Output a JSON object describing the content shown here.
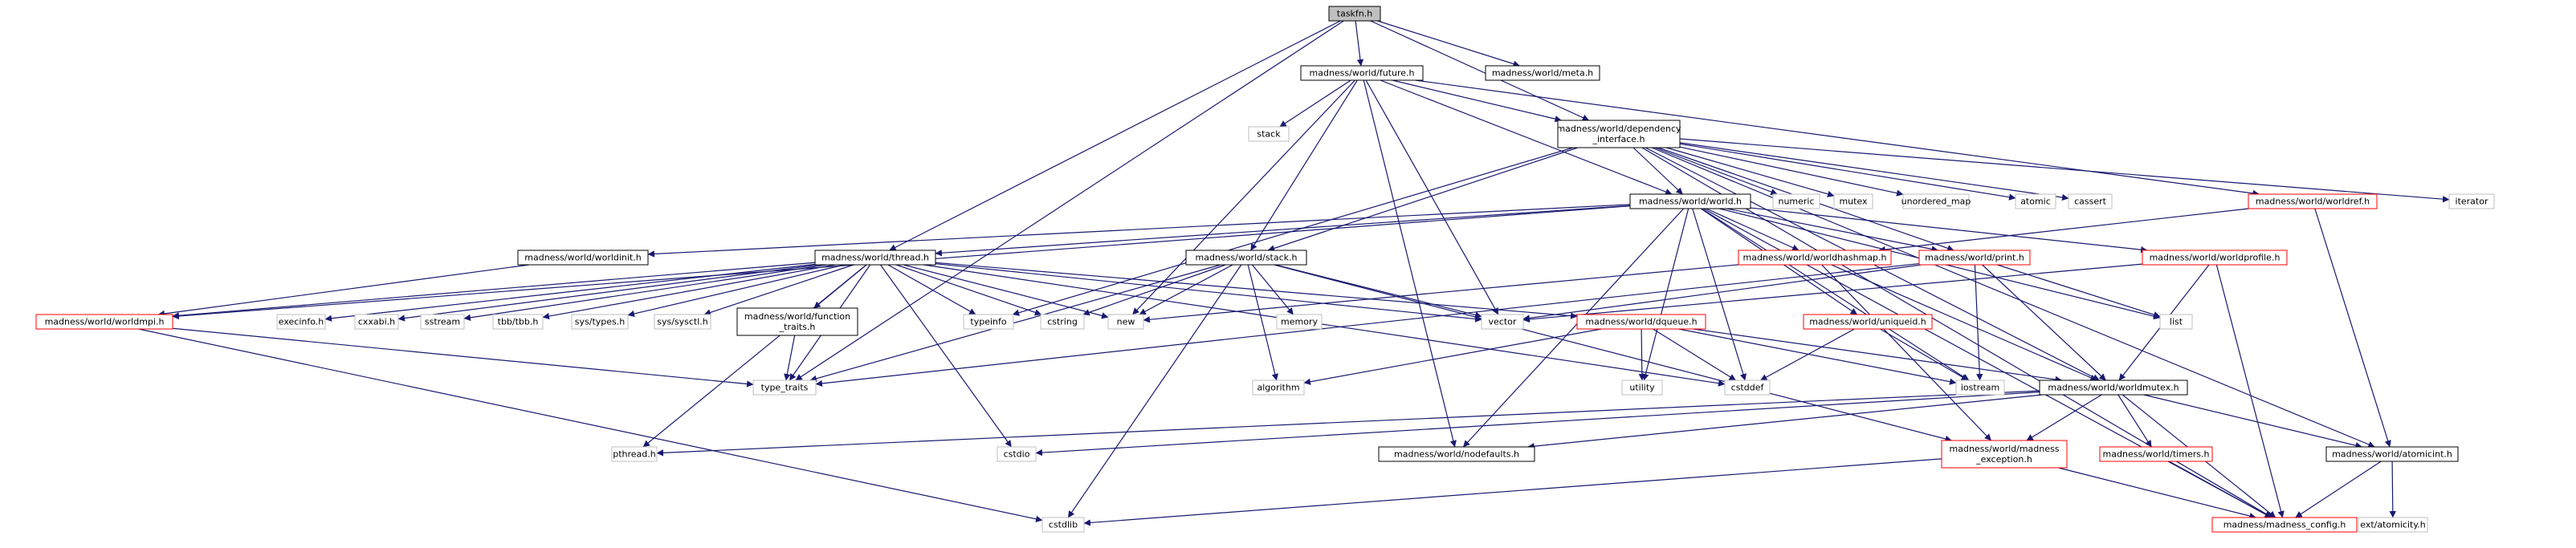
{
  "colors": {
    "root_fill": "#bfbfbf",
    "node_border_black": "#000000",
    "node_border_red": "#ff0000",
    "node_border_gray": "#bfbfbf",
    "edge": "#191970"
  },
  "nodes": {
    "taskfn": {
      "lines": [
        "taskfn.h"
      ],
      "style": "root"
    },
    "future": {
      "lines": [
        "madness/world/future.h"
      ],
      "style": "black"
    },
    "meta": {
      "lines": [
        "madness/world/meta.h"
      ],
      "style": "black"
    },
    "stack_std": {
      "lines": [
        "stack"
      ],
      "style": "gray"
    },
    "depint": {
      "lines": [
        "madness/world/dependency",
        "_interface.h"
      ],
      "style": "black"
    },
    "world": {
      "lines": [
        "madness/world/world.h"
      ],
      "style": "black"
    },
    "numeric": {
      "lines": [
        "numeric"
      ],
      "style": "gray"
    },
    "mutex": {
      "lines": [
        "mutex"
      ],
      "style": "gray"
    },
    "unordered_map": {
      "lines": [
        "unordered_map"
      ],
      "style": "gray"
    },
    "atomic": {
      "lines": [
        "atomic"
      ],
      "style": "gray"
    },
    "cassert": {
      "lines": [
        "cassert"
      ],
      "style": "gray"
    },
    "worldref": {
      "lines": [
        "madness/world/worldref.h"
      ],
      "style": "red"
    },
    "iterator": {
      "lines": [
        "iterator"
      ],
      "style": "gray"
    },
    "worldinit": {
      "lines": [
        "madness/world/worldinit.h"
      ],
      "style": "black"
    },
    "thread": {
      "lines": [
        "madness/world/thread.h"
      ],
      "style": "black"
    },
    "mstack": {
      "lines": [
        "madness/world/stack.h"
      ],
      "style": "black"
    },
    "hashmap": {
      "lines": [
        "madness/world/worldhashmap.h"
      ],
      "style": "red"
    },
    "print": {
      "lines": [
        "madness/world/print.h"
      ],
      "style": "red"
    },
    "profile": {
      "lines": [
        "madness/world/worldprofile.h"
      ],
      "style": "red"
    },
    "worldmpi": {
      "lines": [
        "madness/world/worldmpi.h"
      ],
      "style": "red"
    },
    "execinfo": {
      "lines": [
        "execinfo.h"
      ],
      "style": "gray"
    },
    "cxxabi": {
      "lines": [
        "cxxabi.h"
      ],
      "style": "gray"
    },
    "sstream": {
      "lines": [
        "sstream"
      ],
      "style": "gray"
    },
    "tbb": {
      "lines": [
        "tbb/tbb.h"
      ],
      "style": "gray"
    },
    "systypes": {
      "lines": [
        "sys/types.h"
      ],
      "style": "gray"
    },
    "syssysctl": {
      "lines": [
        "sys/sysctl.h"
      ],
      "style": "gray"
    },
    "functraits": {
      "lines": [
        "madness/world/function",
        "_traits.h"
      ],
      "style": "black"
    },
    "typeinfo": {
      "lines": [
        "typeinfo"
      ],
      "style": "gray"
    },
    "cstring": {
      "lines": [
        "cstring"
      ],
      "style": "gray"
    },
    "new": {
      "lines": [
        "new"
      ],
      "style": "gray"
    },
    "memory": {
      "lines": [
        "memory"
      ],
      "style": "gray"
    },
    "vector": {
      "lines": [
        "vector"
      ],
      "style": "gray"
    },
    "list": {
      "lines": [
        "list"
      ],
      "style": "gray"
    },
    "dqueue": {
      "lines": [
        "madness/world/dqueue.h"
      ],
      "style": "red"
    },
    "uniqueid": {
      "lines": [
        "madness/world/uniqueid.h"
      ],
      "style": "red"
    },
    "type_traits": {
      "lines": [
        "type_traits"
      ],
      "style": "gray"
    },
    "algorithm": {
      "lines": [
        "algorithm"
      ],
      "style": "gray"
    },
    "utility": {
      "lines": [
        "utility"
      ],
      "style": "gray"
    },
    "cstddef": {
      "lines": [
        "cstddef"
      ],
      "style": "gray"
    },
    "iostream": {
      "lines": [
        "iostream"
      ],
      "style": "gray"
    },
    "worldmutex": {
      "lines": [
        "madness/world/worldmutex.h"
      ],
      "style": "black"
    },
    "pthread": {
      "lines": [
        "pthread.h"
      ],
      "style": "gray"
    },
    "cstdio": {
      "lines": [
        "cstdio"
      ],
      "style": "gray"
    },
    "nodefaults": {
      "lines": [
        "madness/world/nodefaults.h"
      ],
      "style": "black"
    },
    "madexc": {
      "lines": [
        "madness/world/madness",
        "_exception.h"
      ],
      "style": "red"
    },
    "timers": {
      "lines": [
        "madness/world/timers.h"
      ],
      "style": "red"
    },
    "atomicint": {
      "lines": [
        "madness/world/atomicint.h"
      ],
      "style": "black"
    },
    "cstdlib": {
      "lines": [
        "cstdlib"
      ],
      "style": "gray"
    },
    "extatom": {
      "lines": [
        "ext/atomicity.h"
      ],
      "style": "gray"
    },
    "madconfig": {
      "lines": [
        "madness/madness_config.h"
      ],
      "style": "red"
    }
  },
  "edges": [
    [
      "taskfn",
      "future"
    ],
    [
      "taskfn",
      "meta"
    ],
    [
      "taskfn",
      "depint"
    ],
    [
      "taskfn",
      "thread"
    ],
    [
      "taskfn",
      "type_traits"
    ],
    [
      "future",
      "stack_std"
    ],
    [
      "future",
      "depint"
    ],
    [
      "future",
      "world"
    ],
    [
      "future",
      "mstack"
    ],
    [
      "future",
      "vector"
    ],
    [
      "future",
      "new"
    ],
    [
      "future",
      "nodefaults"
    ],
    [
      "future",
      "worldref"
    ],
    [
      "depint",
      "world"
    ],
    [
      "depint",
      "numeric"
    ],
    [
      "depint",
      "mutex"
    ],
    [
      "depint",
      "unordered_map"
    ],
    [
      "depint",
      "atomic"
    ],
    [
      "depint",
      "cassert"
    ],
    [
      "depint",
      "iterator"
    ],
    [
      "depint",
      "print"
    ],
    [
      "depint",
      "mstack"
    ],
    [
      "depint",
      "worldmutex"
    ],
    [
      "depint",
      "atomicint"
    ],
    [
      "depint",
      "madconfig"
    ],
    [
      "depint",
      "typeinfo"
    ],
    [
      "world",
      "worldinit"
    ],
    [
      "world",
      "thread"
    ],
    [
      "world",
      "hashmap"
    ],
    [
      "world",
      "print"
    ],
    [
      "world",
      "profile"
    ],
    [
      "world",
      "uniqueid"
    ],
    [
      "world",
      "worldmpi"
    ],
    [
      "world",
      "list"
    ],
    [
      "world",
      "utility"
    ],
    [
      "world",
      "cstddef"
    ],
    [
      "world",
      "iostream"
    ],
    [
      "world",
      "nodefaults"
    ],
    [
      "world",
      "madconfig"
    ],
    [
      "worldref",
      "hashmap"
    ],
    [
      "worldref",
      "atomicint"
    ],
    [
      "worldinit",
      "worldmpi"
    ],
    [
      "thread",
      "worldmpi"
    ],
    [
      "thread",
      "execinfo"
    ],
    [
      "thread",
      "cxxabi"
    ],
    [
      "thread",
      "sstream"
    ],
    [
      "thread",
      "tbb"
    ],
    [
      "thread",
      "systypes"
    ],
    [
      "thread",
      "syssysctl"
    ],
    [
      "thread",
      "functraits"
    ],
    [
      "thread",
      "typeinfo"
    ],
    [
      "thread",
      "cstring"
    ],
    [
      "thread",
      "new"
    ],
    [
      "thread",
      "vector"
    ],
    [
      "thread",
      "dqueue"
    ],
    [
      "thread",
      "type_traits"
    ],
    [
      "thread",
      "cstdio"
    ],
    [
      "thread",
      "cstddef"
    ],
    [
      "thread",
      "pthread"
    ],
    [
      "mstack",
      "cstring"
    ],
    [
      "mstack",
      "new"
    ],
    [
      "mstack",
      "memory"
    ],
    [
      "mstack",
      "algorithm"
    ],
    [
      "mstack",
      "type_traits"
    ],
    [
      "mstack",
      "cstdlib"
    ],
    [
      "mstack",
      "vector"
    ],
    [
      "mstack",
      "madexc"
    ],
    [
      "hashmap",
      "new"
    ],
    [
      "hashmap",
      "worldmutex"
    ],
    [
      "hashmap",
      "madexc"
    ],
    [
      "print",
      "vector"
    ],
    [
      "print",
      "list"
    ],
    [
      "print",
      "iostream"
    ],
    [
      "print",
      "worldmutex"
    ],
    [
      "print",
      "type_traits"
    ],
    [
      "profile",
      "vector"
    ],
    [
      "profile",
      "worldmutex"
    ],
    [
      "profile",
      "madconfig"
    ],
    [
      "worldmpi",
      "type_traits"
    ],
    [
      "worldmpi",
      "cstdlib"
    ],
    [
      "functraits",
      "type_traits"
    ],
    [
      "dqueue",
      "utility"
    ],
    [
      "dqueue",
      "cstddef"
    ],
    [
      "dqueue",
      "iostream"
    ],
    [
      "dqueue",
      "worldmutex"
    ],
    [
      "dqueue",
      "algorithm"
    ],
    [
      "uniqueid",
      "cstddef"
    ],
    [
      "uniqueid",
      "iostream"
    ],
    [
      "worldmutex",
      "pthread"
    ],
    [
      "worldmutex",
      "cstdio"
    ],
    [
      "worldmutex",
      "nodefaults"
    ],
    [
      "worldmutex",
      "madexc"
    ],
    [
      "worldmutex",
      "timers"
    ],
    [
      "worldmutex",
      "atomicint"
    ],
    [
      "worldmutex",
      "madconfig"
    ],
    [
      "madexc",
      "cstdlib"
    ],
    [
      "madexc",
      "madconfig"
    ],
    [
      "timers",
      "madconfig"
    ],
    [
      "atomicint",
      "extatom"
    ],
    [
      "atomicint",
      "madconfig"
    ]
  ]
}
